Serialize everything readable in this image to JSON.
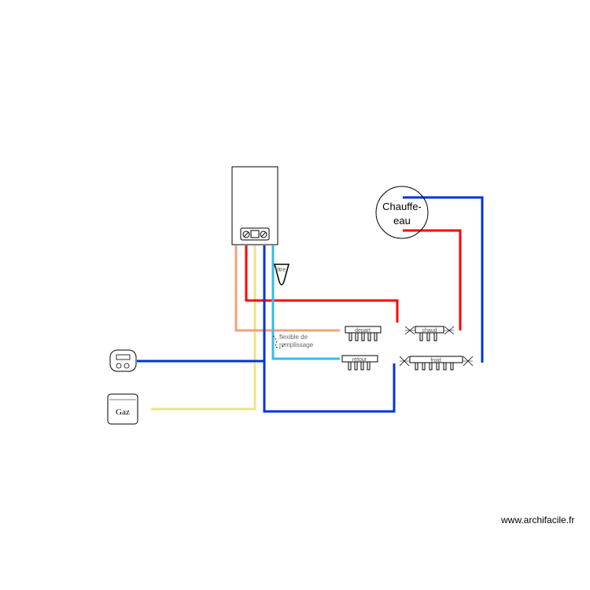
{
  "labels": {
    "chauffe_eau_line1": "Chauffe-",
    "chauffe_eau_line2": "eau",
    "filtre": "filtre",
    "flexible_line1": "flexible de",
    "flexible_line2": "remplissage",
    "depart": "depart",
    "retour": "retour",
    "chaud": "chaud",
    "froid": "froid",
    "gaz": "Gaz",
    "website": "www.archifacile.fr"
  },
  "colors": {
    "hot": "#ff0000",
    "cold": "#0033dd",
    "heating_return": "#33bbee",
    "heating_flow": "#f2a27a",
    "gas": "#eee38a",
    "outline": "#000000"
  }
}
